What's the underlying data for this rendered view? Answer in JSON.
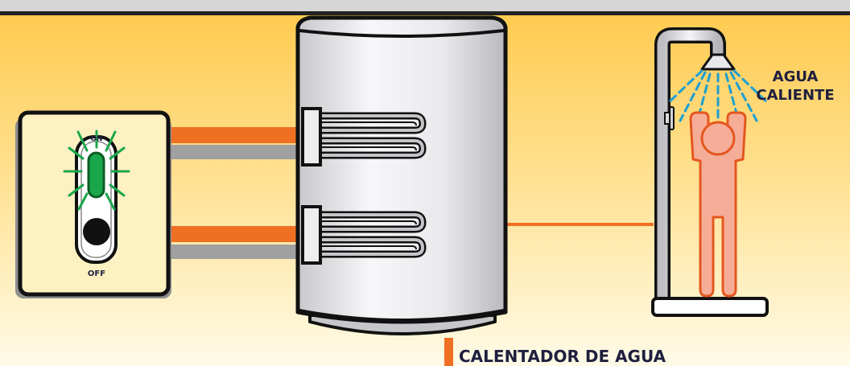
{
  "switch": {
    "on_label": "ON",
    "off_label": "OFF",
    "state": "on"
  },
  "shower": {
    "label_line1": "AGUA",
    "label_line2": "CALIENTE"
  },
  "heater": {
    "label": "CALENTADOR DE AGUA"
  },
  "colors": {
    "top_band": "#d6d6d6",
    "background_top": "#ffc94a",
    "background_bottom": "#fffbe8",
    "pipe_orange": "#f07023",
    "pipe_gray": "#a0a0a0",
    "switch_glow": "#1aa64a",
    "water_spray": "#1c9fd1",
    "person_fill": "#f6ad98",
    "person_stroke": "#e4571f",
    "label_text": "#1f1f3f"
  }
}
